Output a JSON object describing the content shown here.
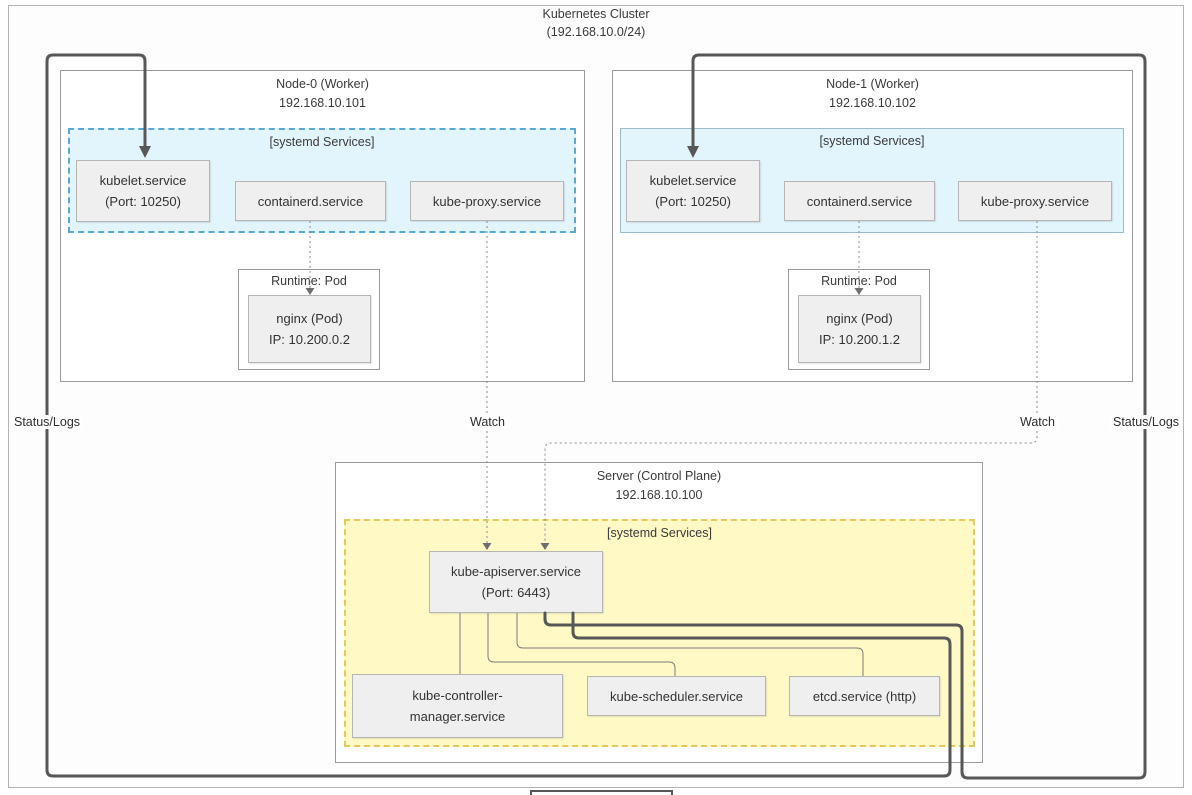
{
  "cluster": {
    "title": "Kubernetes Cluster",
    "subnet": "(192.168.10.0/24)"
  },
  "nodes": [
    {
      "title": "Node-0 (Worker)",
      "ip": "192.168.10.101",
      "systemd_label": "[systemd Services]",
      "kubelet_line1": "kubelet.service",
      "kubelet_line2": "(Port: 10250)",
      "containerd": "containerd.service",
      "kube_proxy": "kube-proxy.service",
      "runtime_label": "Runtime: Pod",
      "pod_line1": "nginx (Pod)",
      "pod_line2": "IP: 10.200.0.2"
    },
    {
      "title": "Node-1 (Worker)",
      "ip": "192.168.10.102",
      "systemd_label": "[systemd Services]",
      "kubelet_line1": "kubelet.service",
      "kubelet_line2": "(Port: 10250)",
      "containerd": "containerd.service",
      "kube_proxy": "kube-proxy.service",
      "runtime_label": "Runtime: Pod",
      "pod_line1": "nginx (Pod)",
      "pod_line2": "IP: 10.200.1.2"
    }
  ],
  "control_plane": {
    "title": "Server (Control Plane)",
    "ip": "192.168.10.100",
    "systemd_label": "[systemd Services]",
    "apiserver_line1": "kube-apiserver.service",
    "apiserver_line2": "(Port: 6443)",
    "controller_line1": "kube-controller-",
    "controller_line2": "manager.service",
    "scheduler": "kube-scheduler.service",
    "etcd": "etcd.service (http)"
  },
  "labels": {
    "status_logs_left": "Status/Logs",
    "watch_left": "Watch",
    "watch_right": "Watch",
    "status_logs_right": "Status/Logs"
  },
  "colors": {
    "worker_systemd_fill": "#e2f4fc",
    "worker_systemd_border": "#5aa7d4",
    "control_systemd_fill": "#fff9c6",
    "control_systemd_border": "#e6c95e",
    "service_box_fill": "#efefef",
    "service_box_border": "#b5b5b5",
    "flow_line": "#575757"
  }
}
